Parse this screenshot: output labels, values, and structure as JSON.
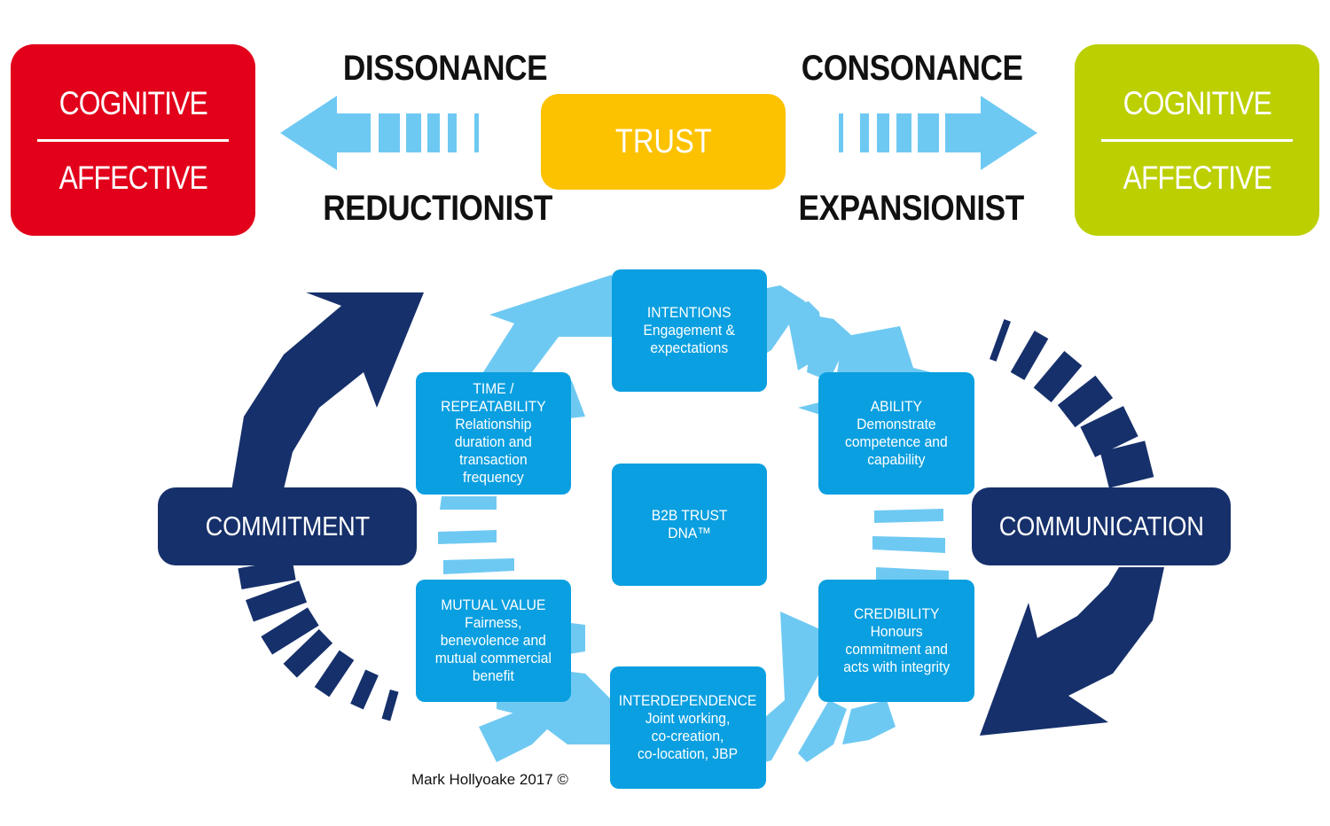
{
  "left_box": {
    "top": "COGNITIVE",
    "bottom": "AFFECTIVE",
    "color": "#e2001a"
  },
  "right_box": {
    "top": "COGNITIVE",
    "bottom": "AFFECTIVE",
    "color": "#bccf00"
  },
  "trust": {
    "label": "TRUST",
    "color": "#fcc200"
  },
  "headings": {
    "dissonance": "DISSONANCE",
    "reductionist": "REDUCTIONIST",
    "consonance": "CONSONANCE",
    "expansionist": "EXPANSIONIST"
  },
  "commitment": {
    "label": "COMMITMENT"
  },
  "communication": {
    "label": "COMMUNICATION"
  },
  "nodes": {
    "intentions": [
      "INTENTIONS",
      "Engagement &",
      "expectations"
    ],
    "ability": [
      "ABILITY",
      "Demonstrate",
      "competence and",
      "capability"
    ],
    "credibility": [
      "CREDIBILITY",
      "Honours",
      "commitment and",
      "acts with integrity"
    ],
    "interdependence": [
      "INTERDEPENDENCE",
      "Joint working,",
      "co-creation,",
      "co-location, JBP"
    ],
    "mutual_value": [
      "MUTUAL VALUE",
      "Fairness,",
      "benevolence and",
      "mutual commercial",
      "benefit"
    ],
    "time_repeatability": [
      "TIME /",
      "REPEATABILITY",
      "Relationship",
      "duration and",
      "transaction",
      "frequency"
    ],
    "center": [
      "B2B TRUST",
      "DNA™"
    ]
  },
  "credit": "Mark Hollyoake 2017 ©",
  "colors": {
    "light_arrow": "#6ec9f2",
    "node": "#0a9fe0",
    "navy": "#16306b"
  }
}
